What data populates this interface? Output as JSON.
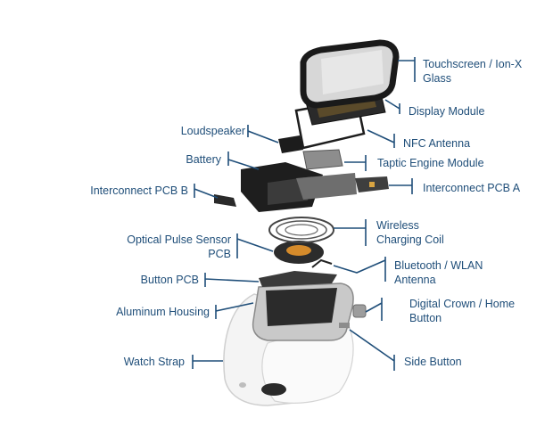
{
  "colors": {
    "label": "#1f4e79",
    "leader": "#1f4e79",
    "part_dark": "#1a1a1a",
    "part_gray": "#9a9a9a",
    "strap": "#f2f2f2"
  },
  "labels": {
    "touchscreen": [
      "Touchscreen / Ion-X",
      "Glass"
    ],
    "display_module": [
      "Display Module"
    ],
    "nfc_antenna": [
      "NFC Antenna"
    ],
    "taptic_engine": [
      "Taptic Engine Module"
    ],
    "interconnect_pcb_a": [
      "Interconnect PCB A"
    ],
    "wireless_charging": [
      "Wireless",
      "Charging Coil"
    ],
    "bluetooth_wlan": [
      "Bluetooth / WLAN",
      "Antenna"
    ],
    "digital_crown": [
      "Digital Crown / Home",
      "Button"
    ],
    "side_button": [
      "Side Button"
    ],
    "loudspeaker": [
      "Loudspeaker"
    ],
    "battery": [
      "Battery"
    ],
    "interconnect_pcb_b": [
      "Interconnect PCB B"
    ],
    "optical_sensor": [
      "Optical Pulse Sensor",
      "PCB"
    ],
    "button_pcb": [
      "Button PCB"
    ],
    "aluminum_housing": [
      "Aluminum Housing"
    ],
    "watch_strap": [
      "Watch Strap"
    ]
  }
}
